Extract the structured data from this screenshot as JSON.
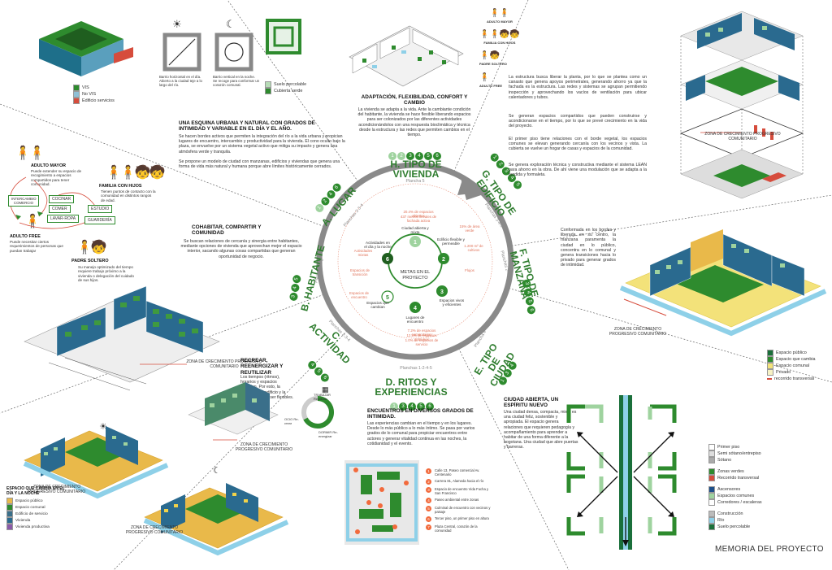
{
  "title": "MEMORIA DEL PROYECTO",
  "center": {
    "label": "METAS EN EL PROYECTO",
    "goals": [
      {
        "n": "1",
        "text": "Ciudad abierta y mixta"
      },
      {
        "n": "2",
        "text": "Edificio flexible y permeable"
      },
      {
        "n": "3",
        "text": "Espacios vivos y eficientes"
      },
      {
        "n": "4",
        "text": "Lugares de encuentro"
      },
      {
        "n": "5",
        "text": "Espacios que cambian"
      },
      {
        "n": "6",
        "text": "Actividades en el día y la noche"
      }
    ],
    "ring_texts": [
      "20.4% de espacios abiertos",
      "437 metros lineales de fachada activa",
      "15% de área verde",
      "1.200 m² de cultivos",
      "Flujos ",
      "7.2% de espacios comunitarios",
      "12.3% de espacios comunes",
      "1.0% de espacios de servicio",
      "Espacios de encuentro",
      "Actividades mixtas",
      "Espacios de transición"
    ]
  },
  "sections": {
    "A": {
      "title": "A. LUGAR",
      "planchas": "Planchas 2-3-4",
      "nums": [
        "1",
        "2",
        "4",
        "6"
      ]
    },
    "B": {
      "title": "B. HABITANTE",
      "planchas": "Planchas 4-5",
      "nums": [
        "3",
        "4",
        "5"
      ]
    },
    "C": {
      "title": "C. ACTIVIDAD",
      "planchas": "Planchas 2-3-4",
      "nums": [
        "4",
        "5",
        "6"
      ]
    },
    "D": {
      "title": "D. RITOS Y EXPERIENCIAS",
      "planchas": "Planchas 1-2-4-5",
      "nums": [
        "1",
        "3",
        "4",
        "5",
        "6"
      ]
    },
    "E": {
      "title": "E. TIPO DE CIUDAD",
      "planchas": "Plancha 4",
      "nums": [
        "1",
        "3",
        "4"
      ]
    },
    "F": {
      "title": "F. TIPO DE MANZANA",
      "planchas": "Planchas 2-4",
      "nums": [
        "3",
        "4",
        "5",
        "6"
      ]
    },
    "G": {
      "title": "G. TIPO DE EDIFICIO",
      "planchas": "Planchas 3-4-5",
      "nums": [
        "1",
        "2",
        "3",
        "4",
        "5"
      ]
    },
    "H": {
      "title": "H. TIPO DE VIVIENDA",
      "planchas": "Plancha 5",
      "nums": [
        "1",
        "2",
        "3",
        "4",
        "5",
        "6"
      ]
    }
  },
  "blocks": {
    "lugar": {
      "heading": "UNA ESQUINA URBANA Y NATURAL CON GRADOS DE INTIMIDAD Y VARIABLE EN EL DÍA Y EL AÑO.",
      "p1": "Se hacen bordes activos que permiten la integración del río a la vida urbana y propician lugares de encuentro, intercambio y productividad para la vivienda. El cono oculto bajo la plaza, se envuelve por un sistema vegetal activo que mitiga su impacto y genera una atmósfera verde y tranquila.",
      "p2": "Se propone un modelo de ciudad con manzanas, edificios y viviendas que genera una forma de vida más natural y humana porque abre límites históricamente cerrados.",
      "legend": [
        "VIS",
        "No VIS",
        "Edificio servicios"
      ],
      "icon_caption_1": "Barrio horizontal en el día. Abierto a la ciudad teje a lo largo del río.",
      "icon_caption_2": "Barrio vertical en la noche. Se recoge para conformar un corazón comunal.",
      "legend2": [
        "Suelo percolable",
        "Cubierta verde"
      ]
    },
    "habitante": {
      "heading": "COHABITAR, COMPARTIR Y COMUNIDAD",
      "p": "Se buscan relaciones de cercanía y sinergia entre habitantes, mediante opciones de vivienda que aprovechan mejor el espacio interior, sacando algunas cosas compartidas que generan oportunidad de negocio.",
      "adulto_mayor": "ADULTO MAYOR",
      "adulto_mayor_text": "Puede extender su espacio de recogimiento a espacios compartidos para tener comunidad.",
      "familia": "FAMILIA CON HIJOS",
      "familia_text": "Tienen puntos de contacto con la comunidad en distintos rangos de edad.",
      "adulto_free": "ADULTO FREE",
      "adulto_free_text": "Puede necesitar ciertos requerimientos de personas que puedan trabajar",
      "padre": "PADRE SOLTERO",
      "padre_text": "Su manejo optimizado del tiempo requiere trabajo próximo a la vivienda o delegación del cuidado de sus hijos.",
      "boxes": [
        "INTERCAMBIO COMERCIO",
        "COCINAR",
        "COMER",
        "LAVAR-ROPA",
        "ESTUDIO",
        "GUARDERÍA"
      ]
    },
    "actividad": {
      "heading": "RECREAR, REENERGIZAR Y REUTILIZAR",
      "p": "Los tiempos (ritmos), horarios y espacios cambian. Por esto, la manzana, el edificio y la vivienda deben ser flexibles.",
      "clock": [
        "TRABAJAR Reutilizar",
        "OCIO Re-crear",
        "DORMIR Re-energizar"
      ],
      "zone1": "ZONA DE CRECIMIENTO PROGRESIVO COMUNITARIO",
      "zone2": "ZONA DE CRECIMIENTO PROGRESIVO COMUNITARIO",
      "zone3": "ZONA DE CRECIMIENTO PROGRESIVO COMUNITARIO",
      "zone4": "ZONA DE CRECIMIENTO PROGRESIVO COMUNITARIO",
      "legend_title": "ESPACIO QUE CAMBIA EN EL DÍA Y LA NOCHE",
      "legend": [
        "Espacio público",
        "Espacio comunal",
        "Edificio de servicio",
        "Vivienda",
        "Vivienda productiva"
      ]
    },
    "ritos": {
      "heading": "ENCUENTROS EN DIVERSOS GRADOS DE INTIMIDAD.",
      "p": "Las experiencias cambian en el tiempo y en los lugares. Desde lo más público a lo más íntimo. Se pasa por varios grados de lo comunal para propiciar encuentros entre actores y generar vitalidad continua en las noches, la cotidianidad y el evento.",
      "list": [
        "Calle 13, Paseo comercial Av. Centenario",
        "Carrera 81, Alameda hacia el río",
        "Espacio de encuentro Vida Fucha y San Francisco",
        "Paseo ambiental entre zonas",
        "Culminal de encuentro con vecinos y paisaje",
        "Tercer piso, un primer piso en altura",
        "Plaza Central, corazón de la comunidad"
      ]
    },
    "ciudad": {
      "heading": "CIUDAD ABIERTA, UN ESPÍRITU NUEVO",
      "p": "Una ciudad densa, compacta, mixta es una ciudad feliz, sostenible y apropiada. El espacio genera relaciones que requieren pedagogía y acompañamiento para aprender a habitar de una forma diferente a la bogotana. Una ciudad que abre puertas y barreras.",
      "legend": [
        "Primer piso",
        "Semi sótano/entrepiso",
        "Sótano",
        "Zonas verdes",
        "Recorrido transversal",
        "Ascensores",
        "Espacios comunes",
        "Corredores / escaleras",
        "Construcción",
        "Río",
        "Suelo percolable"
      ]
    },
    "manzana": {
      "p": "Conformada en los bordes y liberada en su centro, la manzana paramenta la ciudad en lo público, concentra en lo comunal y genera transiciones hacia lo privado para generar grados de intimidad.",
      "zone": "ZONA DE CRECIMIENTO PROGRESIVO COMUNITARIO",
      "legend": [
        "Espacio público",
        "Espacio que cambia",
        "Espacio comunal",
        "Privado",
        "recorrido transversal"
      ]
    },
    "edificio": {
      "p1": "La estructura busca liberar la planta, por lo que se plantea como un canasto que genera apoyos perimetrales, generando ahorro ya que la fachada es la estructura. Las redes y sistemas se agrupan permitiendo inspección y aprovechando los vacíos de ventilación para ubicar calentadores y tubos.",
      "p2": "Se generan espacios compartidos que pueden construirse y acondicionarse en el tiempo, por lo que se prevé crecimiento en la vida del proyecto.",
      "p3": "El primer piso tiene relaciones con el borde vegetal, los espacios comunes se elevan generando cercanía con los vecinos y vista. La cubierta se vuelve un hogar de casas y espacios de la comunidad.",
      "p4": "Se genera exploración técnica y constructiva mediante el sistema LEAN para ahorro en la obra. De ahí viene una modulación que se adapta a la fundida y formaleta.",
      "zone": "ZONA DE CRECIMIENTO PROGRESIVO COMUNITARIO"
    },
    "vivienda": {
      "heading": "ADAPTACIÓN, FLEXIBILIDAD, CONFORT Y CAMBIO",
      "p": "La vivienda se adapta a la vida. Ante la cambiante condición del habitante, la vivienda se hace flexible liberando espacios para ser colonizados por las diferentes actividades acondicionándolos con una respuesta bioclimática y técnica desde la estructura y las redes que permiten cambios en el tiempo.",
      "users": [
        "ADULTO MAYOR",
        "FAMILIA CON HIJOS",
        "PADRE SOLTERO",
        "ADULTO FREE"
      ]
    }
  }
}
